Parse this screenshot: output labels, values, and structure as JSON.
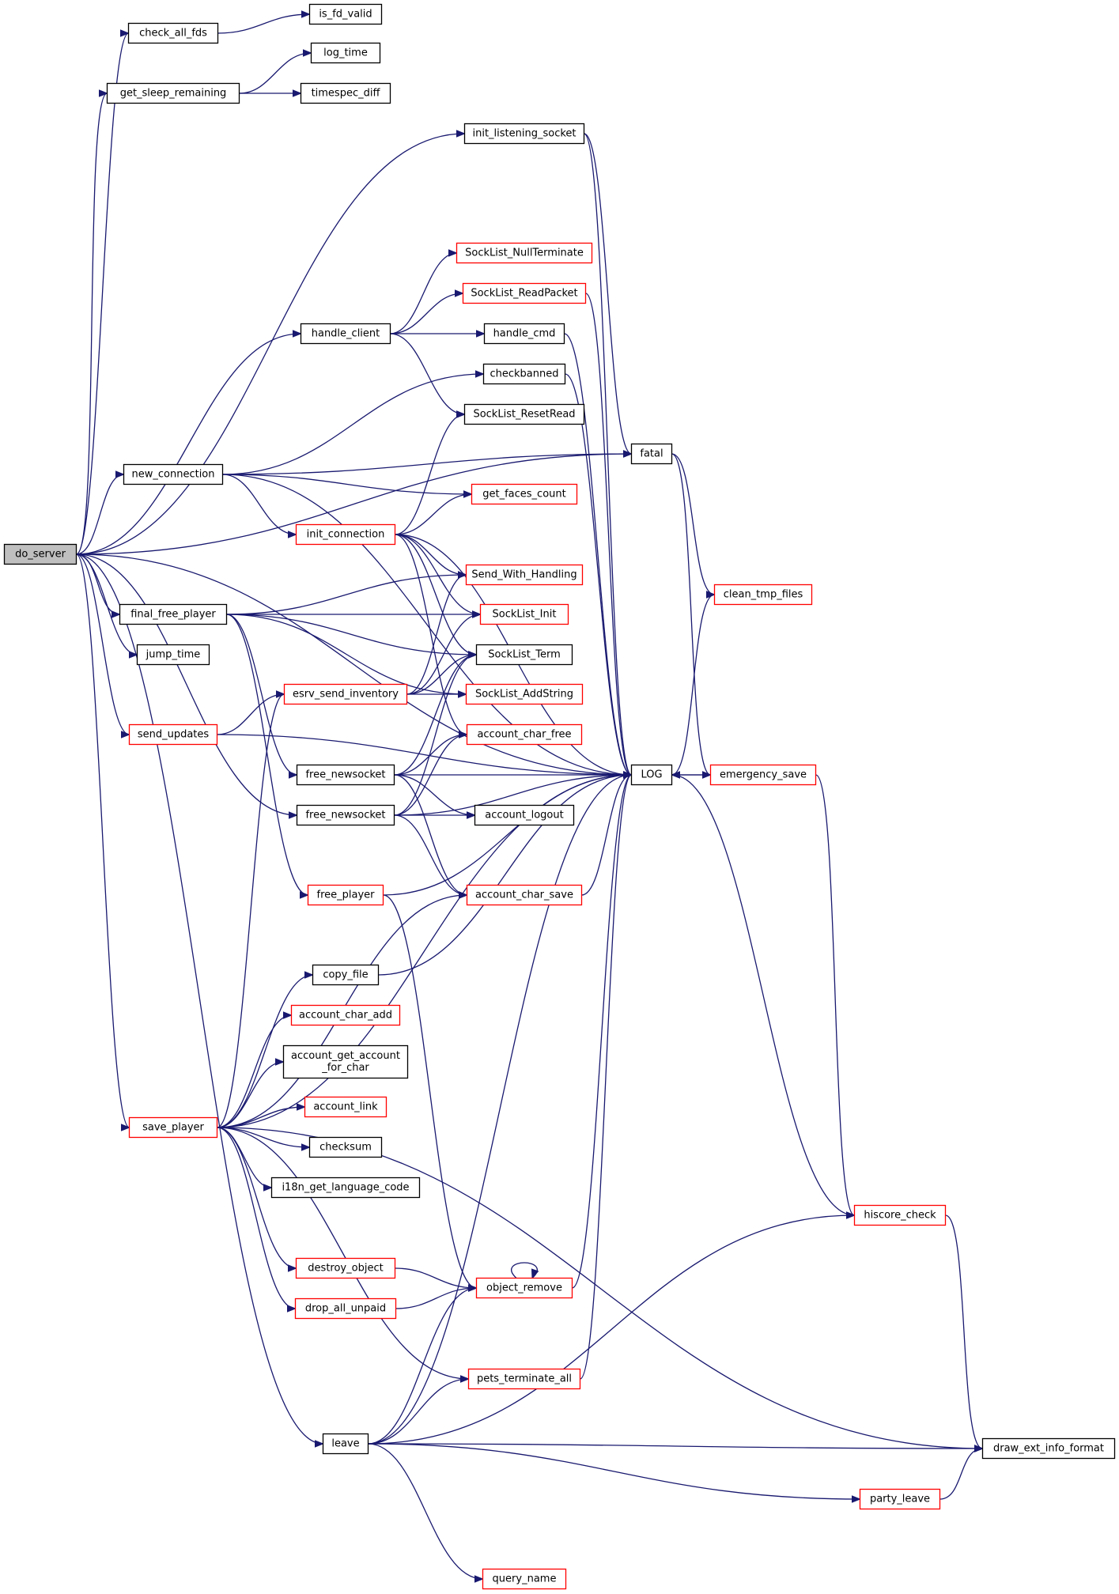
{
  "colors": {
    "edge": "#191970",
    "highlight_border": "#ff0000",
    "root_fill": "#bfbfbf"
  },
  "nodes": {
    "do_server": {
      "label": "do_server",
      "style": "root"
    },
    "check_all_fds": {
      "label": "check_all_fds",
      "style": "black"
    },
    "is_fd_valid": {
      "label": "is_fd_valid",
      "style": "black"
    },
    "get_sleep_remaining": {
      "label": "get_sleep_remaining",
      "style": "black"
    },
    "log_time": {
      "label": "log_time",
      "style": "black"
    },
    "timespec_diff": {
      "label": "timespec_diff",
      "style": "black"
    },
    "init_listening_socket": {
      "label": "init_listening_socket",
      "style": "black"
    },
    "sock_nullterminate": {
      "label": "SockList_NullTerminate",
      "style": "red"
    },
    "sock_readpacket": {
      "label": "SockList_ReadPacket",
      "style": "red"
    },
    "handle_client": {
      "label": "handle_client",
      "style": "black"
    },
    "handle_cmd": {
      "label": "handle_cmd",
      "style": "black"
    },
    "checkbanned": {
      "label": "checkbanned",
      "style": "black"
    },
    "sock_resetread": {
      "label": "SockList_ResetRead",
      "style": "black"
    },
    "fatal": {
      "label": "fatal",
      "style": "black"
    },
    "new_connection": {
      "label": "new_connection",
      "style": "black"
    },
    "get_faces_count": {
      "label": "get_faces_count",
      "style": "red"
    },
    "init_connection": {
      "label": "init_connection",
      "style": "red"
    },
    "send_with_handling": {
      "label": "Send_With_Handling",
      "style": "red"
    },
    "clean_tmp_files": {
      "label": "clean_tmp_files",
      "style": "red"
    },
    "final_free_player": {
      "label": "final_free_player",
      "style": "black"
    },
    "sock_init": {
      "label": "SockList_Init",
      "style": "red"
    },
    "jump_time": {
      "label": "jump_time",
      "style": "black"
    },
    "sock_term": {
      "label": "SockList_Term",
      "style": "black"
    },
    "esrv_send_inventory": {
      "label": "esrv_send_inventory",
      "style": "red"
    },
    "sock_addstring": {
      "label": "SockList_AddString",
      "style": "red"
    },
    "send_updates": {
      "label": "send_updates",
      "style": "red"
    },
    "account_char_free": {
      "label": "account_char_free",
      "style": "red"
    },
    "free_newsocket_1": {
      "label": "free_newsocket",
      "style": "black"
    },
    "log": {
      "label": "LOG",
      "style": "black"
    },
    "emergency_save": {
      "label": "emergency_save",
      "style": "red"
    },
    "free_newsocket_2": {
      "label": "free_newsocket",
      "style": "black"
    },
    "account_logout": {
      "label": "account_logout",
      "style": "black"
    },
    "free_player": {
      "label": "free_player",
      "style": "red"
    },
    "account_char_save": {
      "label": "account_char_save",
      "style": "red"
    },
    "copy_file": {
      "label": "copy_file",
      "style": "black"
    },
    "account_char_add": {
      "label": "account_char_add",
      "style": "red"
    },
    "account_get_account": {
      "label": "account_get_account\n_for_char",
      "style": "black"
    },
    "account_link": {
      "label": "account_link",
      "style": "red"
    },
    "save_player": {
      "label": "save_player",
      "style": "red"
    },
    "checksum": {
      "label": "checksum",
      "style": "black"
    },
    "i18n_get_language_code": {
      "label": "i18n_get_language_code",
      "style": "black"
    },
    "hiscore_check": {
      "label": "hiscore_check",
      "style": "red"
    },
    "destroy_object": {
      "label": "destroy_object",
      "style": "red"
    },
    "object_remove": {
      "label": "object_remove",
      "style": "red"
    },
    "drop_all_unpaid": {
      "label": "drop_all_unpaid",
      "style": "red"
    },
    "pets_terminate_all": {
      "label": "pets_terminate_all",
      "style": "red"
    },
    "leave": {
      "label": "leave",
      "style": "black"
    },
    "draw_ext_info_format": {
      "label": "draw_ext_info_format",
      "style": "black"
    },
    "party_leave": {
      "label": "party_leave",
      "style": "red"
    },
    "query_name": {
      "label": "query_name",
      "style": "red"
    }
  },
  "edges": [
    [
      "do_server",
      "check_all_fds"
    ],
    [
      "do_server",
      "get_sleep_remaining"
    ],
    [
      "do_server",
      "init_listening_socket"
    ],
    [
      "do_server",
      "fatal"
    ],
    [
      "do_server",
      "log"
    ],
    [
      "do_server",
      "handle_client"
    ],
    [
      "do_server",
      "new_connection"
    ],
    [
      "do_server",
      "final_free_player"
    ],
    [
      "do_server",
      "jump_time"
    ],
    [
      "do_server",
      "send_updates"
    ],
    [
      "do_server",
      "free_newsocket_2"
    ],
    [
      "do_server",
      "save_player"
    ],
    [
      "do_server",
      "leave"
    ],
    [
      "check_all_fds",
      "is_fd_valid"
    ],
    [
      "get_sleep_remaining",
      "log_time"
    ],
    [
      "get_sleep_remaining",
      "timespec_diff"
    ],
    [
      "init_listening_socket",
      "fatal"
    ],
    [
      "init_listening_socket",
      "log"
    ],
    [
      "handle_client",
      "sock_nullterminate"
    ],
    [
      "handle_client",
      "sock_readpacket"
    ],
    [
      "handle_client",
      "handle_cmd"
    ],
    [
      "handle_client",
      "sock_resetread"
    ],
    [
      "sock_readpacket",
      "log"
    ],
    [
      "handle_cmd",
      "log"
    ],
    [
      "checkbanned",
      "log"
    ],
    [
      "fatal",
      "clean_tmp_files"
    ],
    [
      "fatal",
      "emergency_save"
    ],
    [
      "new_connection",
      "checkbanned"
    ],
    [
      "new_connection",
      "get_faces_count"
    ],
    [
      "new_connection",
      "init_connection"
    ],
    [
      "new_connection",
      "log"
    ],
    [
      "new_connection",
      "fatal"
    ],
    [
      "init_connection",
      "sock_resetread"
    ],
    [
      "init_connection",
      "get_faces_count"
    ],
    [
      "init_connection",
      "send_with_handling"
    ],
    [
      "init_connection",
      "sock_init"
    ],
    [
      "init_connection",
      "sock_term"
    ],
    [
      "init_connection",
      "account_char_free"
    ],
    [
      "init_connection",
      "log"
    ],
    [
      "final_free_player",
      "send_with_handling"
    ],
    [
      "final_free_player",
      "sock_init"
    ],
    [
      "final_free_player",
      "sock_term"
    ],
    [
      "final_free_player",
      "sock_addstring"
    ],
    [
      "final_free_player",
      "free_newsocket_1"
    ],
    [
      "final_free_player",
      "free_player"
    ],
    [
      "esrv_send_inventory",
      "send_with_handling"
    ],
    [
      "esrv_send_inventory",
      "sock_init"
    ],
    [
      "esrv_send_inventory",
      "sock_term"
    ],
    [
      "esrv_send_inventory",
      "sock_addstring"
    ],
    [
      "send_updates",
      "esrv_send_inventory"
    ],
    [
      "send_updates",
      "log"
    ],
    [
      "free_newsocket_1",
      "sock_term"
    ],
    [
      "free_newsocket_1",
      "account_char_free"
    ],
    [
      "free_newsocket_1",
      "log"
    ],
    [
      "free_newsocket_1",
      "account_logout"
    ],
    [
      "free_newsocket_1",
      "account_char_save"
    ],
    [
      "free_newsocket_2",
      "sock_term"
    ],
    [
      "free_newsocket_2",
      "account_char_free"
    ],
    [
      "free_newsocket_2",
      "account_logout"
    ],
    [
      "free_newsocket_2",
      "account_char_save"
    ],
    [
      "free_newsocket_2",
      "log"
    ],
    [
      "log",
      "clean_tmp_files"
    ],
    [
      "log",
      "emergency_save"
    ],
    [
      "emergency_save",
      "log"
    ],
    [
      "emergency_save",
      "hiscore_check"
    ],
    [
      "free_player",
      "log"
    ],
    [
      "free_player",
      "object_remove"
    ],
    [
      "account_char_save",
      "log"
    ],
    [
      "copy_file",
      "log"
    ],
    [
      "save_player",
      "esrv_send_inventory"
    ],
    [
      "save_player",
      "account_char_save"
    ],
    [
      "save_player",
      "copy_file"
    ],
    [
      "save_player",
      "account_char_add"
    ],
    [
      "save_player",
      "account_get_account"
    ],
    [
      "save_player",
      "account_link"
    ],
    [
      "save_player",
      "checksum"
    ],
    [
      "save_player",
      "i18n_get_language_code"
    ],
    [
      "save_player",
      "log"
    ],
    [
      "save_player",
      "destroy_object"
    ],
    [
      "save_player",
      "drop_all_unpaid"
    ],
    [
      "save_player",
      "pets_terminate_all"
    ],
    [
      "save_player",
      "draw_ext_info_format"
    ],
    [
      "hiscore_check",
      "log"
    ],
    [
      "hiscore_check",
      "draw_ext_info_format"
    ],
    [
      "destroy_object",
      "object_remove"
    ],
    [
      "drop_all_unpaid",
      "object_remove"
    ],
    [
      "object_remove",
      "object_remove"
    ],
    [
      "object_remove",
      "log"
    ],
    [
      "pets_terminate_all",
      "log"
    ],
    [
      "leave",
      "object_remove"
    ],
    [
      "leave",
      "pets_terminate_all"
    ],
    [
      "leave",
      "log"
    ],
    [
      "leave",
      "hiscore_check"
    ],
    [
      "leave",
      "party_leave"
    ],
    [
      "leave",
      "draw_ext_info_format"
    ],
    [
      "leave",
      "query_name"
    ],
    [
      "party_leave",
      "draw_ext_info_format"
    ]
  ]
}
